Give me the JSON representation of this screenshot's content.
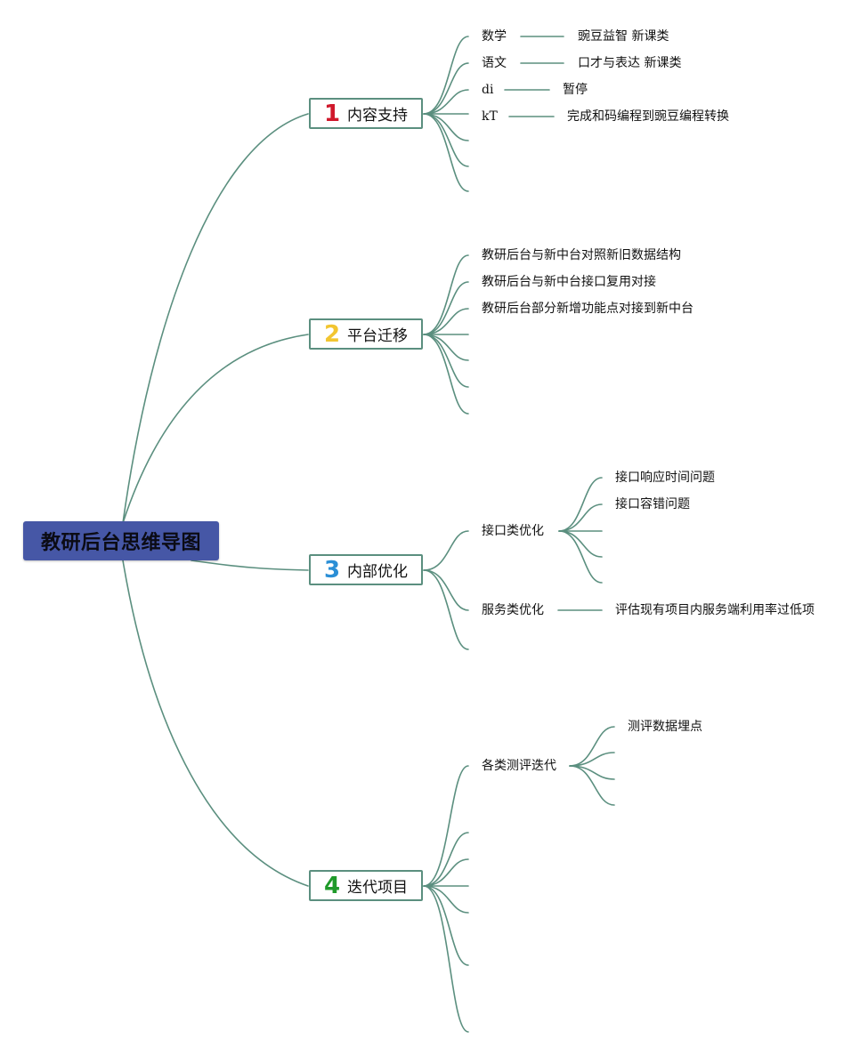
{
  "root": {
    "label": "教研后台思维导图"
  },
  "branches": [
    {
      "num": "1",
      "label": "内容支持",
      "num_color": "#d0182b",
      "children": [
        {
          "label": "数学",
          "value": "豌豆益智 新课类"
        },
        {
          "label": "语文",
          "value": "口才与表达 新课类"
        },
        {
          "label": "di",
          "value": "暂停"
        },
        {
          "label": "kT",
          "value": "完成和码编程到豌豆编程转换"
        }
      ]
    },
    {
      "num": "2",
      "label": "平台迁移",
      "num_color": "#f2c530",
      "children": [
        {
          "label": "教研后台与新中台对照新旧数据结构"
        },
        {
          "label": "教研后台与新中台接口复用对接"
        },
        {
          "label": "教研后台部分新增功能点对接到新中台"
        }
      ]
    },
    {
      "num": "3",
      "label": "内部优化",
      "num_color": "#2b8fd6",
      "children": [
        {
          "label": "接口类优化",
          "items": [
            "接口响应时间问题",
            "接口容错问题"
          ]
        },
        {
          "label": "服务类优化",
          "items": [
            "评估现有项目内服务端利用率过低项"
          ]
        }
      ]
    },
    {
      "num": "4",
      "label": "迭代项目",
      "num_color": "#1f9a2a",
      "children": [
        {
          "label": "各类测评迭代",
          "items": [
            "测评数据埋点"
          ]
        }
      ]
    }
  ],
  "colors": {
    "line": "#5b8f7f",
    "root_bg": "#4657a6"
  }
}
